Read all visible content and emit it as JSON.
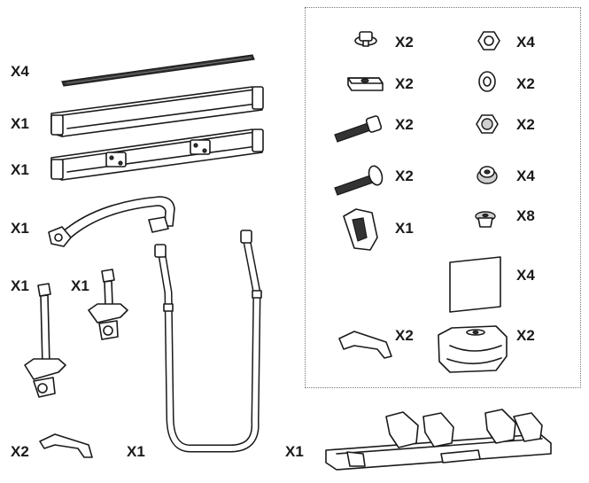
{
  "parts_left": [
    {
      "id": "rubber-strip",
      "qty": "X4"
    },
    {
      "id": "rail-plain",
      "qty": "X1"
    },
    {
      "id": "rail-brackets",
      "qty": "X1"
    },
    {
      "id": "arch-arm",
      "qty": "X1"
    },
    {
      "id": "clamp-arm-long",
      "qty": "X1"
    },
    {
      "id": "clamp-arm-short",
      "qty": "X1"
    },
    {
      "id": "wheel-strap",
      "qty": "X2"
    },
    {
      "id": "u-frame",
      "qty": "X1"
    },
    {
      "id": "rack-assembly",
      "qty": "X1"
    }
  ],
  "hardware": [
    {
      "id": "flange-bolt",
      "qty": "X2"
    },
    {
      "id": "hex-nut",
      "qty": "X4"
    },
    {
      "id": "square-nut",
      "qty": "X2"
    },
    {
      "id": "washer",
      "qty": "X2"
    },
    {
      "id": "hex-socket-bolt",
      "qty": "X2"
    },
    {
      "id": "cap-nut",
      "qty": "X2"
    },
    {
      "id": "carriage-bolt",
      "qty": "X2"
    },
    {
      "id": "flange-nut",
      "qty": "X4"
    },
    {
      "id": "strap-buckle",
      "qty": "X1"
    },
    {
      "id": "plug-cap",
      "qty": "X8"
    },
    {
      "id": "sticker-pad",
      "qty": "X4"
    },
    {
      "id": "strap-end",
      "qty": "X2"
    },
    {
      "id": "wheel-cradle",
      "qty": "X2"
    }
  ]
}
